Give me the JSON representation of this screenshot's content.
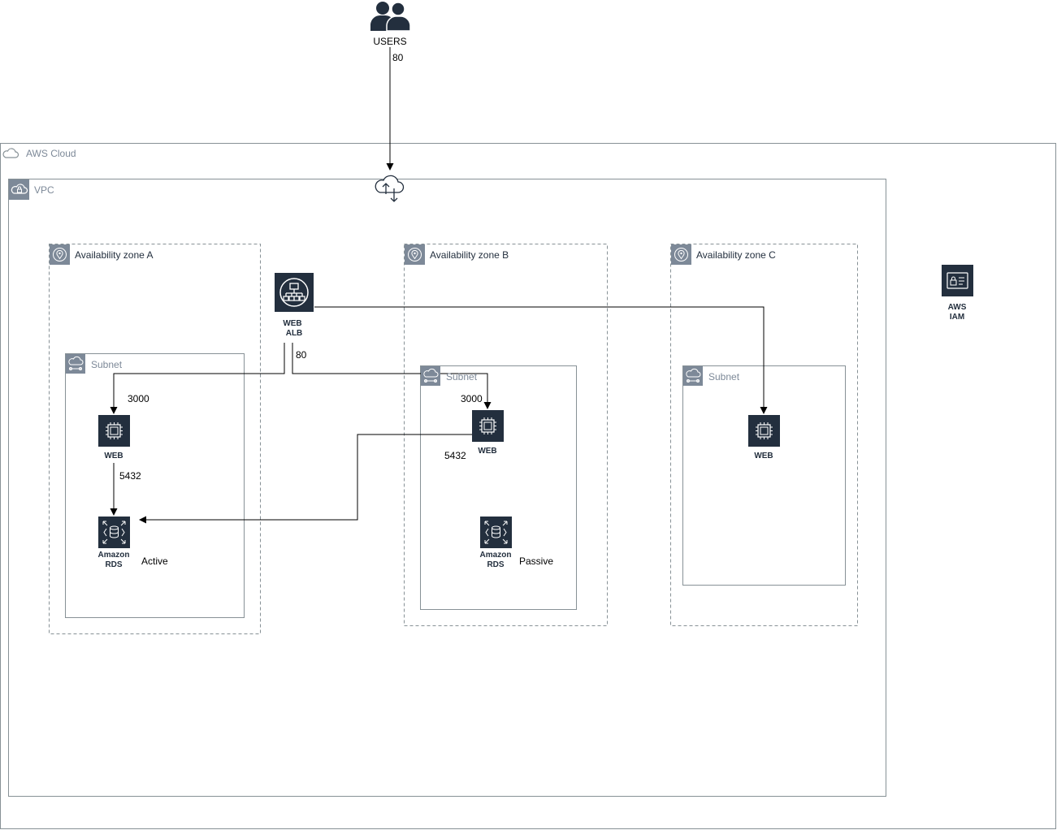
{
  "users": {
    "label": "USERS",
    "icon": "users-icon"
  },
  "groups": {
    "aws_cloud": "AWS Cloud",
    "vpc": "VPC",
    "az_a": "Availability zone A",
    "az_b": "Availability zone B",
    "az_c": "Availability zone C",
    "subnet_a": "Subnet",
    "subnet_b": "Subnet",
    "subnet_c": "Subnet"
  },
  "nodes": {
    "alb": {
      "line1": "WEB",
      "line2": "ALB",
      "icon": "load-balancer-icon"
    },
    "web_a": {
      "label": "WEB",
      "icon": "ec2-instance-icon"
    },
    "web_b": {
      "label": "WEB",
      "icon": "ec2-instance-icon"
    },
    "web_c": {
      "label": "WEB",
      "icon": "ec2-instance-icon"
    },
    "rds_a": {
      "line1": "Amazon",
      "line2": "RDS",
      "status": "Active",
      "icon": "rds-icon"
    },
    "rds_b": {
      "line1": "Amazon",
      "line2": "RDS",
      "status": "Passive",
      "icon": "rds-icon"
    },
    "iam": {
      "line1": "AWS",
      "line2": "IAM",
      "icon": "iam-icon"
    },
    "igw": {
      "icon": "internet-gateway-icon"
    }
  },
  "edge_labels": {
    "users_to_igw": "80",
    "alb_to_web": "80",
    "alb_to_web_a": "3000",
    "alb_to_web_b": "3000",
    "web_a_to_rds": "5432",
    "web_b_to_rds": "5432"
  },
  "colors": {
    "aws_dark": "#232f3e",
    "group_gray": "#7d8998",
    "group_border": "#879196",
    "edge": "#000000"
  }
}
